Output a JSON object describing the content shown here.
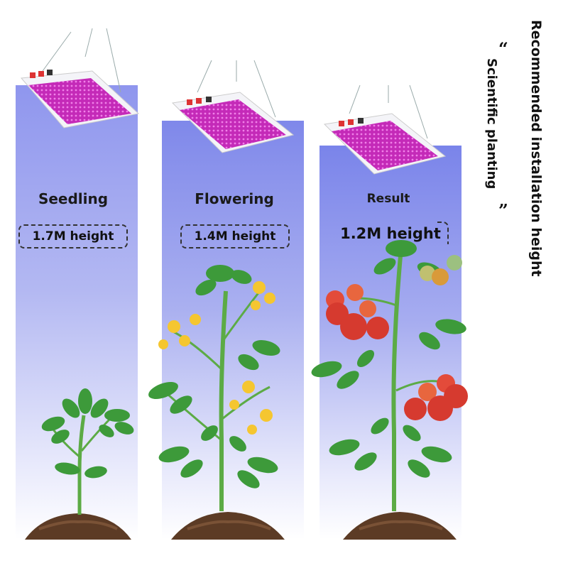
{
  "stages": [
    {
      "label": "Seedling",
      "height": "1.7M height"
    },
    {
      "label": "Flowering",
      "height": "1.4M height"
    },
    {
      "label": "Result",
      "height": "1.2M height"
    }
  ],
  "side_title": "Recommended installation height",
  "side_subtitle": "Scientific planting",
  "quote_open": "“",
  "quote_close": "”",
  "colors": {
    "beam": "#a9aef2",
    "panel_led": "#c42ab8",
    "leaf": "#3d9a3a",
    "flower": "#f5c630",
    "tomato": "#d63a2f",
    "soil": "#5c3b25"
  },
  "icons": [
    "grow-light-panel",
    "seedling-plant",
    "flowering-plant",
    "tomato-plant",
    "soil-mound"
  ]
}
